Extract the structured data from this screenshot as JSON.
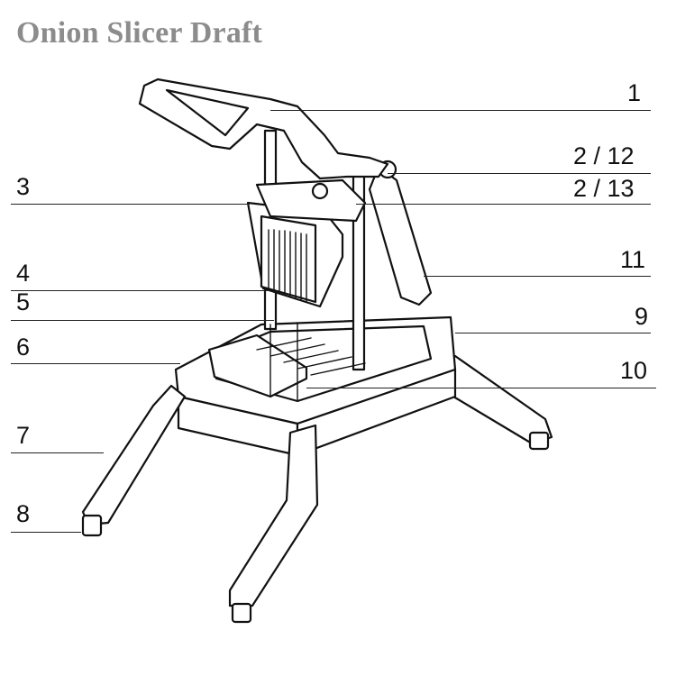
{
  "title": "Onion Slicer Draft",
  "callouts": {
    "c1": "1",
    "c2_12": "2 / 12",
    "c2_13": "2 / 13",
    "c3": "3",
    "c4": "4",
    "c5": "5",
    "c6": "6",
    "c7": "7",
    "c8": "8",
    "c9": "9",
    "c10": "10",
    "c11": "11"
  }
}
